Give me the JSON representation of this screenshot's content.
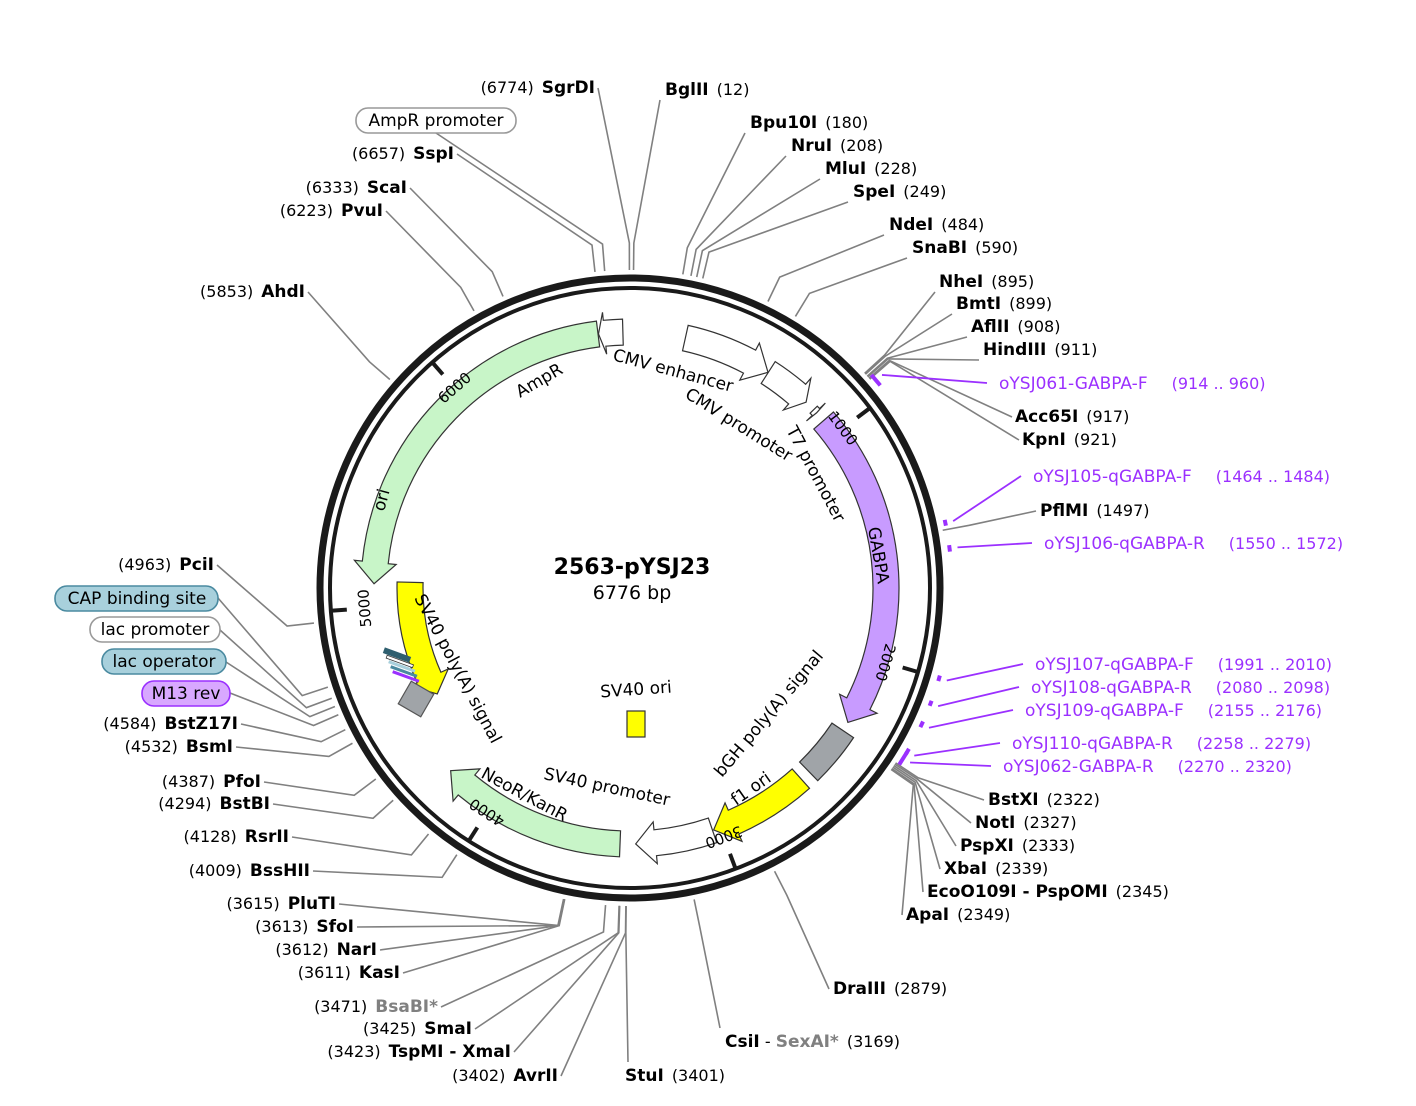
{
  "plasmid": {
    "name": "2563-pYSJ23",
    "size_label": "6776 bp",
    "length": 6776
  },
  "colors": {
    "backbone": "#1a1a1a",
    "leader": "#808080",
    "primer": "#9b30ff",
    "AmpR": "#c8f5c8",
    "NeoR": "#c8f5c8",
    "ori": "#ffff00",
    "GABPA": "#c89bff",
    "polyA": "#a0a4a8",
    "promoter": "#ffffff",
    "cap_site": "#a8d0dc",
    "m13": "#d8a8ff"
  },
  "ticks": [
    {
      "bp": 1000,
      "label": "1000"
    },
    {
      "bp": 2000,
      "label": "2000"
    },
    {
      "bp": 3000,
      "label": "3000"
    },
    {
      "bp": 4000,
      "label": "4000"
    },
    {
      "bp": 5000,
      "label": "5000"
    },
    {
      "bp": 6000,
      "label": "6000"
    }
  ],
  "features": [
    {
      "name": "AmpR",
      "label": "AmpR",
      "start": 5100,
      "end": 6641,
      "strand": -1,
      "color": "#c8f5c8",
      "r": 256,
      "w": 26
    },
    {
      "name": "ori",
      "label": "ori",
      "start": 4540,
      "end": 5110,
      "strand": -1,
      "color": "#ffff00",
      "r": 220,
      "w": 26
    },
    {
      "name": "CMV enhancer",
      "label": "CMV enhancer",
      "start": 235,
      "end": 614,
      "strand": 1,
      "color": "#ffffff",
      "r": 256,
      "w": 26
    },
    {
      "name": "CMV promoter",
      "label": "CMV promoter",
      "start": 615,
      "end": 818,
      "strand": 1,
      "color": "#ffffff",
      "r": 256,
      "w": 26
    },
    {
      "name": "T7 promoter",
      "label": "T7 promoter",
      "start": 863,
      "end": 881,
      "strand": 1,
      "color": "#ffffff",
      "r": 256,
      "w": 10
    },
    {
      "name": "GABPA",
      "label": "GABPA",
      "start": 925,
      "end": 2290,
      "strand": 1,
      "color": "#c89bff",
      "r": 256,
      "w": 26
    },
    {
      "name": "bGH polyA",
      "label": "bGH poly(A) signal",
      "start": 2330,
      "end": 2555,
      "strand": 0,
      "color": "#a0a4a8",
      "r": 256,
      "w": 26
    },
    {
      "name": "f1 ori",
      "label": "f1 ori",
      "start": 2600,
      "end": 3029,
      "strand": 1,
      "color": "#ffff00",
      "r": 256,
      "w": 26
    },
    {
      "name": "SV40 promoter",
      "label": "SV40 promoter",
      "start": 3034,
      "end": 3364,
      "strand": 1,
      "color": "#ffffff",
      "r": 256,
      "w": 26
    },
    {
      "name": "NeoR/KanR",
      "label": "NeoR/KanR",
      "start": 3430,
      "end": 4225,
      "strand": 1,
      "color": "#c8f5c8",
      "r": 256,
      "w": 26
    },
    {
      "name": "SV40 polyA",
      "label": "SV40 poly(A) signal",
      "start": 4300,
      "end": 4422,
      "strand": 0,
      "color": "#a0a4a8",
      "r": 220,
      "w": 26
    },
    {
      "name": "AmpR promoter",
      "label": "AmpR promoter",
      "start": 6643,
      "end": 6746,
      "strand": -1,
      "color": "#ffffff",
      "r": 256,
      "w": 26
    }
  ],
  "feature_labels": [
    {
      "name": "AmpR",
      "text": "AmpR"
    },
    {
      "name": "ori",
      "text": "ori"
    },
    {
      "name": "CMV enhancer",
      "text": "CMV enhancer"
    },
    {
      "name": "CMV promoter",
      "text": "CMV promoter"
    },
    {
      "name": "T7 promoter",
      "text": "T7 promoter"
    },
    {
      "name": "GABPA",
      "text": "GABPA"
    },
    {
      "name": "bGH polyA",
      "text": "bGH poly(A) signal"
    },
    {
      "name": "f1 ori",
      "text": "f1 ori"
    },
    {
      "name": "SV40 promoter",
      "text": "SV40 promoter"
    },
    {
      "name": "NeoR/KanR",
      "text": "NeoR/KanR"
    },
    {
      "name": "SV40 polyA",
      "text": "SV40 poly(A) signal"
    },
    {
      "name": "SV40 ori",
      "text": "SV40 ori"
    }
  ],
  "sites_right": [
    {
      "name": "BglII",
      "pos": "(12)",
      "bp": 12
    },
    {
      "name": "Bpu10I",
      "pos": "(180)",
      "bp": 180
    },
    {
      "name": "NruI",
      "pos": "(208)",
      "bp": 208
    },
    {
      "name": "MluI",
      "pos": "(228)",
      "bp": 228
    },
    {
      "name": "SpeI",
      "pos": "(249)",
      "bp": 249
    },
    {
      "name": "NdeI",
      "pos": "(484)",
      "bp": 484
    },
    {
      "name": "SnaBI",
      "pos": "(590)",
      "bp": 590
    },
    {
      "name": "NheI",
      "pos": "(895)",
      "bp": 895
    },
    {
      "name": "BmtI",
      "pos": "(899)",
      "bp": 899
    },
    {
      "name": "AflII",
      "pos": "(908)",
      "bp": 908
    },
    {
      "name": "HindIII",
      "pos": "(911)",
      "bp": 911
    },
    {
      "name": "Acc65I",
      "pos": "(917)",
      "bp": 917
    },
    {
      "name": "KpnI",
      "pos": "(921)",
      "bp": 921
    },
    {
      "name": "PflMI",
      "pos": "(1497)",
      "bp": 1497
    },
    {
      "name": "BstXI",
      "pos": "(2322)",
      "bp": 2322
    },
    {
      "name": "NotI",
      "pos": "(2327)",
      "bp": 2327
    },
    {
      "name": "PspXI",
      "pos": "(2333)",
      "bp": 2333
    },
    {
      "name": "XbaI",
      "pos": "(2339)",
      "bp": 2339
    },
    {
      "name": "EcoO109I - PspOMI",
      "pos": "(2345)",
      "bp": 2345
    },
    {
      "name": "ApaI",
      "pos": "(2349)",
      "bp": 2349
    },
    {
      "name": "DraIII",
      "pos": "(2879)",
      "bp": 2879
    }
  ],
  "sites_left": [
    {
      "name": "SgrDI",
      "pos": "(6774)",
      "bp": 6774
    },
    {
      "name": "SspI",
      "pos": "(6657)",
      "bp": 6657
    },
    {
      "name": "ScaI",
      "pos": "(6333)",
      "bp": 6333
    },
    {
      "name": "PvuI",
      "pos": "(6223)",
      "bp": 6223
    },
    {
      "name": "AhdI",
      "pos": "(5853)",
      "bp": 5853
    },
    {
      "name": "PciI",
      "pos": "(4963)",
      "bp": 4963
    },
    {
      "name": "BstZ17I",
      "pos": "(4584)",
      "bp": 4584
    },
    {
      "name": "BsmI",
      "pos": "(4532)",
      "bp": 4532
    },
    {
      "name": "PfoI",
      "pos": "(4387)",
      "bp": 4387
    },
    {
      "name": "BstBI",
      "pos": "(4294)",
      "bp": 4294
    },
    {
      "name": "RsrII",
      "pos": "(4128)",
      "bp": 4128
    },
    {
      "name": "BssHII",
      "pos": "(4009)",
      "bp": 4009
    },
    {
      "name": "PluTI",
      "pos": "(3615)",
      "bp": 3615
    },
    {
      "name": "SfoI",
      "pos": "(3613)",
      "bp": 3613
    },
    {
      "name": "NarI",
      "pos": "(3612)",
      "bp": 3612
    },
    {
      "name": "KasI",
      "pos": "(3611)",
      "bp": 3611
    },
    {
      "name": "BsaBI*",
      "pos": "(3471)",
      "bp": 3471
    },
    {
      "name": "SmaI",
      "pos": "(3425)",
      "bp": 3425
    },
    {
      "name": "TspMI - XmaI",
      "pos": "(3423)",
      "bp": 3423
    },
    {
      "name": "AvrII",
      "pos": "(3402)",
      "bp": 3402
    }
  ],
  "sites_bottom": [
    {
      "name": "StuI",
      "pos": "(3401)",
      "bp": 3401
    },
    {
      "name": "CsiI",
      "sep": " - ",
      "name2": "SexAI*",
      "pos": "(3169)",
      "bp": 3169
    }
  ],
  "primers": [
    {
      "name": "oYSJ061-GABPA-F",
      "range": "(914 .. 960)",
      "start": 914,
      "end": 960
    },
    {
      "name": "oYSJ105-qGABPA-F",
      "range": "(1464 .. 1484)",
      "start": 1464,
      "end": 1484
    },
    {
      "name": "oYSJ106-qGABPA-R",
      "range": "(1550 .. 1572)",
      "start": 1550,
      "end": 1572
    },
    {
      "name": "oYSJ107-qGABPA-F",
      "range": "(1991 .. 2010)",
      "start": 1991,
      "end": 2010
    },
    {
      "name": "oYSJ108-qGABPA-R",
      "range": "(2080 .. 2098)",
      "start": 2080,
      "end": 2098
    },
    {
      "name": "oYSJ109-qGABPA-F",
      "range": "(2155 .. 2176)",
      "start": 2155,
      "end": 2176
    },
    {
      "name": "oYSJ110-qGABPA-R",
      "range": "(2258 .. 2279)",
      "start": 2258,
      "end": 2279
    },
    {
      "name": "oYSJ062-GABPA-R",
      "range": "(2270 .. 2320)",
      "start": 2270,
      "end": 2320
    }
  ],
  "boxed_labels": [
    {
      "name": "AmpR promoter",
      "text": "AmpR promoter",
      "fill": "#ffffff",
      "stroke": "#999999"
    },
    {
      "name": "CAP binding site",
      "text": "CAP binding site",
      "fill": "#a8d0dc",
      "stroke": "#4a8aa0"
    },
    {
      "name": "lac promoter",
      "text": "lac promoter",
      "fill": "#ffffff",
      "stroke": "#999999"
    },
    {
      "name": "lac operator",
      "text": "lac operator",
      "fill": "#a8d0dc",
      "stroke": "#4a8aa0"
    },
    {
      "name": "M13 rev",
      "text": "M13 rev",
      "fill": "#d8a8ff",
      "stroke": "#9b30ff"
    }
  ]
}
